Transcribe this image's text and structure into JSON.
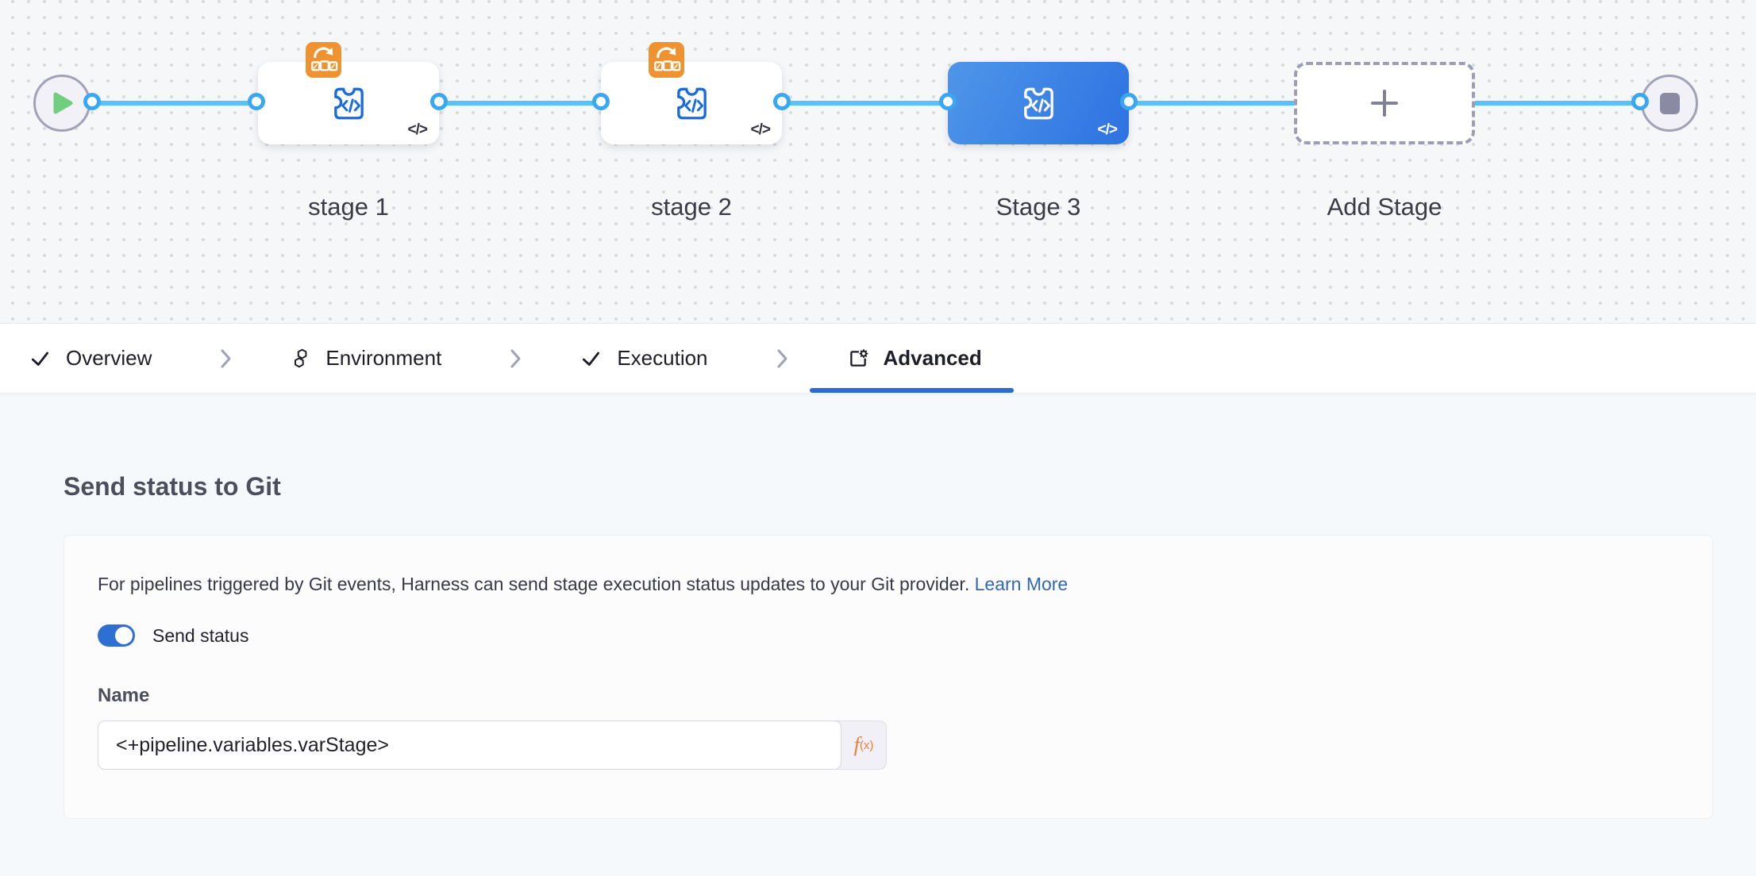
{
  "canvas": {
    "start_node": "play",
    "end_node": "stop",
    "stages": [
      {
        "label": "stage 1",
        "selected": false,
        "loop_badge": true,
        "code_mark": "</>"
      },
      {
        "label": "stage 2",
        "selected": false,
        "loop_badge": true,
        "code_mark": "</>"
      },
      {
        "label": "Stage 3",
        "selected": true,
        "loop_badge": false,
        "code_mark": "</>"
      },
      {
        "label": "Add Stage",
        "type": "add-stage"
      }
    ]
  },
  "tabs": {
    "items": [
      {
        "label": "Overview",
        "icon": "check-icon",
        "active": false
      },
      {
        "label": "Environment",
        "icon": "environment-icon",
        "active": false
      },
      {
        "label": "Execution",
        "icon": "check-icon",
        "active": false
      },
      {
        "label": "Advanced",
        "icon": "advanced-gear-icon",
        "active": true
      }
    ]
  },
  "panel": {
    "heading": "Send status to Git",
    "description": "For pipelines triggered by Git events, Harness can send stage execution status updates to your Git provider.",
    "learn_more": "Learn More",
    "toggle": {
      "label": "Send status",
      "on": true
    },
    "name_field": {
      "label": "Name",
      "value": "<+pipeline.variables.varStage>"
    },
    "fx_button": {
      "main": "f",
      "sub": "(x)"
    }
  },
  "colors": {
    "connector_blue": "#58c2f2",
    "port_blue": "#39a7f2",
    "stage_icon_blue": "#1a6be0",
    "selected_gradient_start": "#4f96e9",
    "selected_gradient_end": "#2d72e2",
    "loop_badge_orange": "#ef9330",
    "active_tab_blue": "#2e6bd1",
    "toggle_blue": "#2d6fd2",
    "link_blue": "#3268b2",
    "fx_orange": "#ee7d31",
    "play_green": "#6fcf7e"
  }
}
